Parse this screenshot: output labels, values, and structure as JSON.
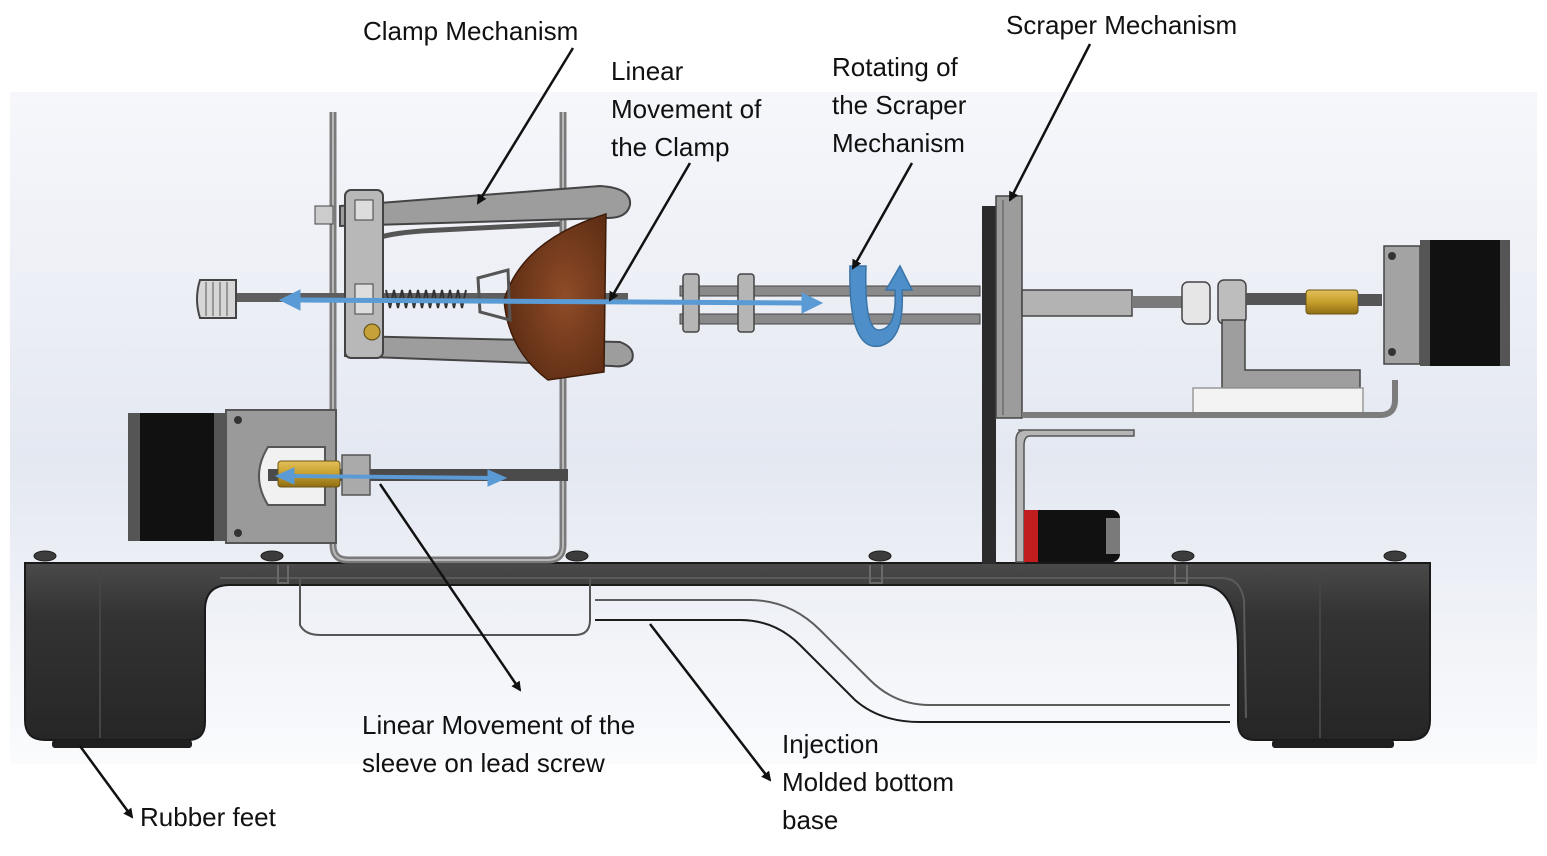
{
  "labels": {
    "clamp_mechanism": "Clamp Mechanism",
    "linear_clamp": [
      "Linear",
      "Movement of",
      "the Clamp"
    ],
    "rotating_scraper": [
      "Rotating of",
      "the Scraper",
      "Mechanism"
    ],
    "scraper_mechanism": "Scraper Mechanism",
    "linear_sleeve": [
      "Linear Movement of the",
      "sleeve on lead screw"
    ],
    "injection_base": [
      "Injection",
      "Molded bottom",
      "base"
    ],
    "rubber_feet": "Rubber feet"
  },
  "colors": {
    "arrow_blue": "#5b9bd5",
    "rotation_blue": "#4f8fc9",
    "base_dark": "#2e2e2e",
    "metal": "#8c8c8c",
    "motor_black": "#111111",
    "wood_brown": "#7a3e1e",
    "brass": "#c9a227",
    "red_motor": "#b81d1d"
  }
}
